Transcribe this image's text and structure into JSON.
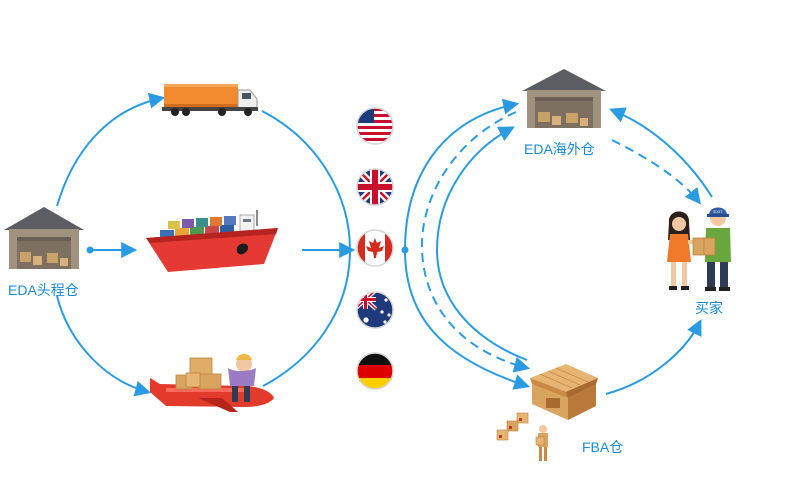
{
  "nodes": {
    "origin_warehouse": {
      "label": "EDA头程仓"
    },
    "overseas_warehouse": {
      "label": "EDA海外仓"
    },
    "fba_warehouse": {
      "label": "FBA仓"
    },
    "buyer": {
      "label": "买家",
      "cap_text": "EXIT"
    }
  },
  "transport_modes": [
    "truck",
    "cargo-ship",
    "air-freight"
  ],
  "flags": [
    "usa",
    "uk",
    "canada",
    "australia",
    "germany"
  ],
  "colors": {
    "arrow": "#2a9be3",
    "label": "#1a8ad8",
    "warehouse_roof": "#5a5d62",
    "warehouse_wall": "#a1927f",
    "truck_container": "#f28b30",
    "ship_hull": "#e53a34",
    "plane_body": "#e23b2c",
    "cardboard": "#d9a45f"
  }
}
